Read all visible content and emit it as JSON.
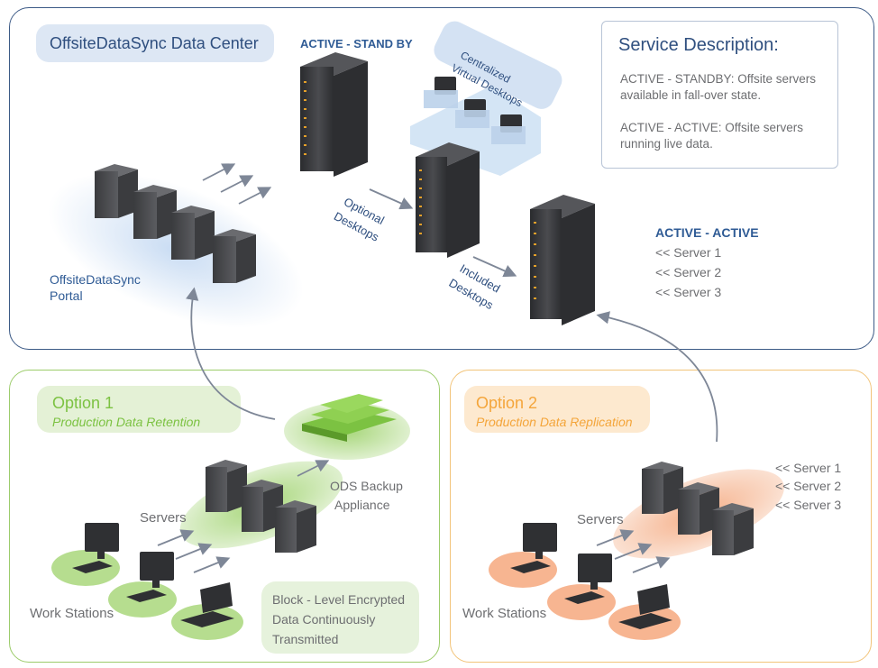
{
  "datacenter": {
    "title": "OffsiteDataSync Data Center",
    "active_standby": "ACTIVE - STAND BY",
    "centralized": [
      "Centralized",
      "Virtual Desktops"
    ],
    "optional": [
      "Optional",
      "Desktops"
    ],
    "included": [
      "Included",
      "Desktops"
    ],
    "portal": [
      "OffsiteDataSync",
      "Portal"
    ],
    "active_active": "ACTIVE - ACTIVE",
    "servers": [
      "<< Server 1",
      "<< Server 2",
      "<< Server 3"
    ]
  },
  "service_description": {
    "title": "Service Description:",
    "standby_lines": [
      "ACTIVE - STANDBY: Offsite servers",
      "available in fall-over state."
    ],
    "active_lines": [
      "ACTIVE - ACTIVE: Offsite servers",
      "running live data."
    ]
  },
  "option1": {
    "title": "Option 1",
    "subtitle": "Production Data Retention",
    "servers_label": "Servers",
    "workstations_label": "Work Stations",
    "appliance": [
      "ODS Backup",
      "Appliance"
    ],
    "transfer": [
      "Block - Level Encrypted",
      "Data Continuously",
      "Transmitted"
    ]
  },
  "option2": {
    "title": "Option 2",
    "subtitle": "Production Data Replication",
    "servers_label": "Servers",
    "workstations_label": "Work Stations",
    "servers": [
      "<< Server 1",
      "<< Server 2",
      "<< Server 3"
    ]
  },
  "colors": {
    "navy": "#2f4f7f",
    "blue_text": "#2f5b95",
    "green_accent": "#7cc242",
    "orange_accent": "#f4a53a",
    "gray_text": "#6d6e71",
    "arrow": "#7e8797"
  }
}
